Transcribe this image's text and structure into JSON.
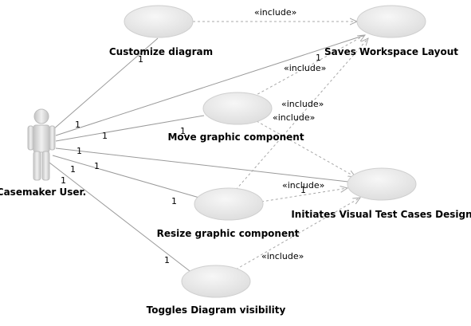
{
  "actor": {
    "name": "Casemaker User."
  },
  "use_cases": {
    "customize": "Customize diagram",
    "saves": "Saves Workspace Layout",
    "move": "Move graphic component",
    "initiates": "Initiates Visual Test Cases Design",
    "resize": "Resize graphic component",
    "toggles": "Toggles Diagram visibility"
  },
  "multiplicity": "1",
  "stereotype": "«include»",
  "colors": {
    "ellipse_fill": "#e6e6e6",
    "ellipse_stroke": "#c8c8c8",
    "line": "#9a9a9a",
    "actor": "#d0d0d0"
  }
}
